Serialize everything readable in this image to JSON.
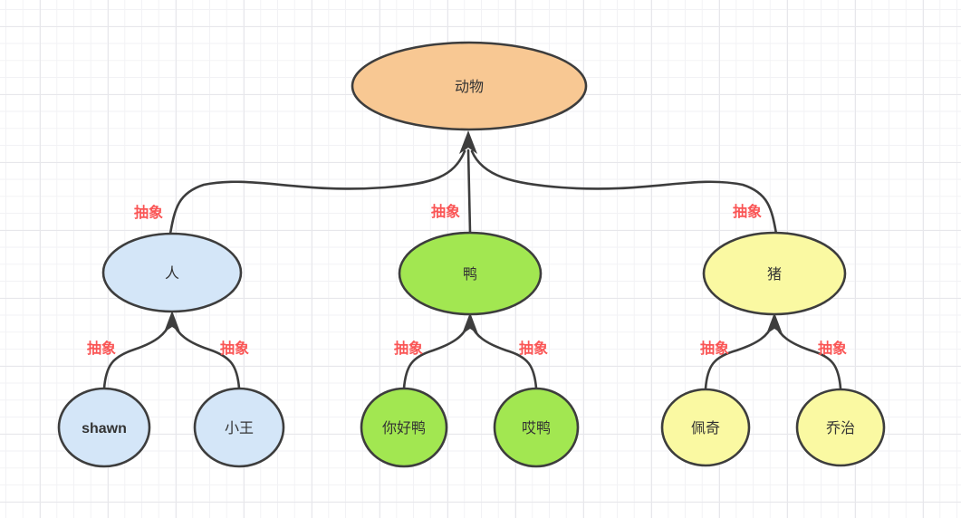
{
  "diagram": {
    "type": "tree",
    "description": "inheritance/abstraction tree on grid whiteboard canvas",
    "edge_label_text": "抽象",
    "root": {
      "label": "动物",
      "children": [
        {
          "label": "人",
          "children": [
            {
              "label": "shawn"
            },
            {
              "label": "小王"
            }
          ]
        },
        {
          "label": "鸭",
          "children": [
            {
              "label": "你好鸭"
            },
            {
              "label": "哎鸭"
            }
          ]
        },
        {
          "label": "猪",
          "children": [
            {
              "label": "佩奇"
            },
            {
              "label": "乔治"
            }
          ]
        }
      ]
    }
  },
  "nodes": {
    "animal": {
      "label": "动物",
      "fill": "#f8c893"
    },
    "person": {
      "label": "人",
      "fill": "#d4e6f8"
    },
    "duck": {
      "label": "鸭",
      "fill": "#a2e751"
    },
    "pig": {
      "label": "猪",
      "fill": "#faf9a2"
    },
    "shawn": {
      "label": "shawn",
      "fill": "#d4e6f8"
    },
    "xiao_wang": {
      "label": "小王",
      "fill": "#d4e6f8"
    },
    "ni_hao_ya": {
      "label": "你好鸭",
      "fill": "#a2e751"
    },
    "ai_ya": {
      "label": "哎鸭",
      "fill": "#a2e751"
    },
    "pei_qi": {
      "label": "佩奇",
      "fill": "#faf9a2"
    },
    "qiao_zhi": {
      "label": "乔治",
      "fill": "#faf9a2"
    }
  },
  "edges": {
    "abstract_label": "抽象"
  },
  "colors": {
    "stroke": "#3d3d3d",
    "edge": "#3d3d3d",
    "edge_label": "#fa5555",
    "node_text": "#333333",
    "background": "#ffffff",
    "grid_minor": "#f2f2f5",
    "grid_major": "#e7e7eb"
  }
}
